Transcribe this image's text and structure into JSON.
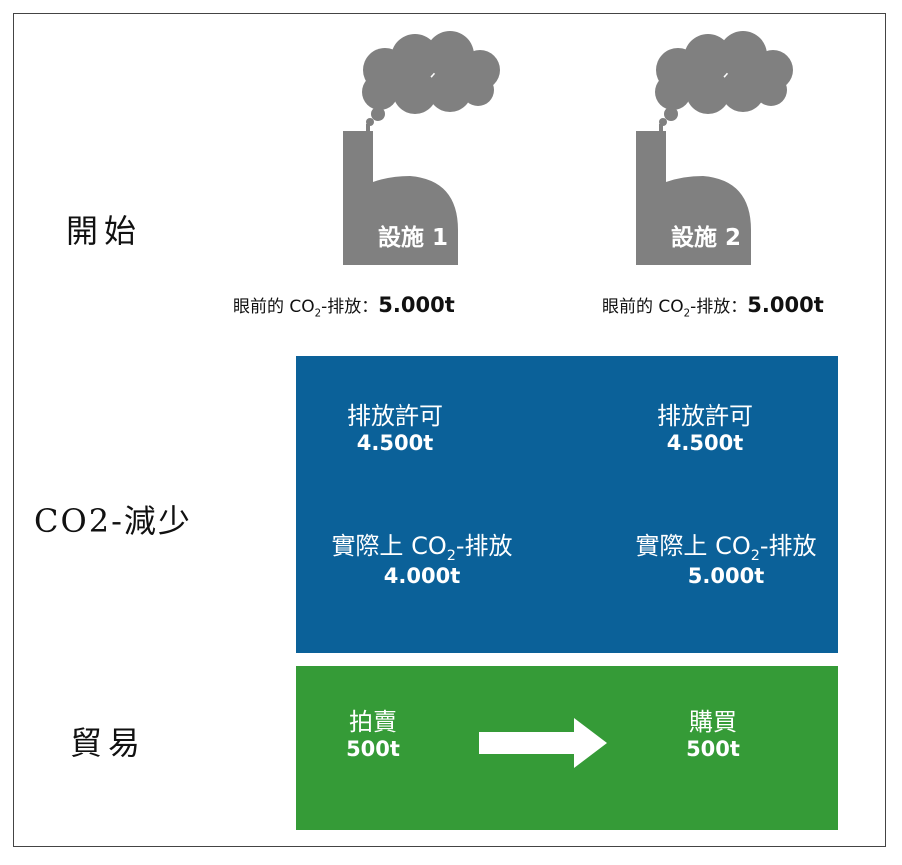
{
  "rows": {
    "start": "開始",
    "reduction": "CO2-減少",
    "trade": "貿易"
  },
  "facilities": [
    {
      "name": "設施 1",
      "caption_prefix": "眼前的 CO",
      "caption_sub": "2",
      "caption_suffix": "-排放：",
      "current_emission": "5.000t",
      "permit_label": "排放許可",
      "permit": "4.500t",
      "actual_prefix": "實際上 CO",
      "actual_sub": "2",
      "actual_suffix": "-排放",
      "actual": "4.000t"
    },
    {
      "name": "設施 2",
      "caption_prefix": "眼前的 CO",
      "caption_sub": "2",
      "caption_suffix": "-排放：",
      "current_emission": "5.000t",
      "permit_label": "排放許可",
      "permit": "4.500t",
      "actual_prefix": "實際上 CO",
      "actual_sub": "2",
      "actual_suffix": "-排放",
      "actual": "5.000t"
    }
  ],
  "trade": {
    "sell_label": "拍賣",
    "sell_amount": "500t",
    "buy_label": "購買",
    "buy_amount": "500t"
  },
  "colors": {
    "blue": "#0b6199",
    "green": "#359b37",
    "factory": "#808080"
  }
}
